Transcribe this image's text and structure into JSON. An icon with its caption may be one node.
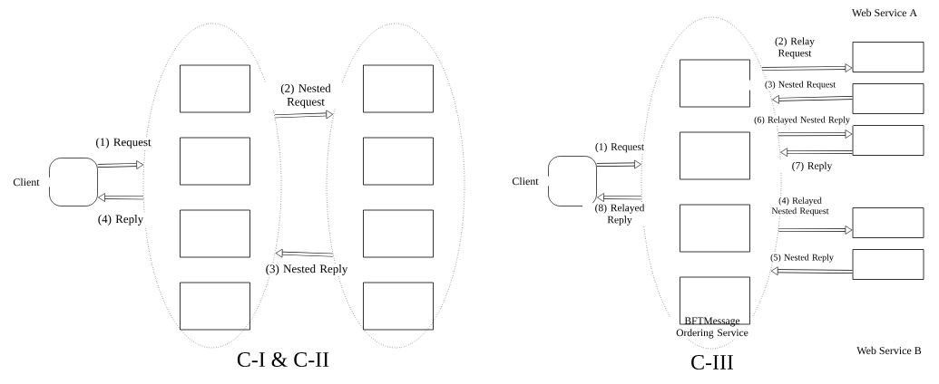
{
  "diagram": {
    "nodes": [
      {
        "text": [
          "Client"
        ]
      },
      {
        "text": [],
        "shape": "ellipse"
      },
      {
        "text": [],
        "shape": "box",
        "in": 1
      },
      {
        "text": [],
        "shape": "box",
        "in": 1
      },
      {
        "text": [],
        "shape": "box",
        "in": 1
      },
      {
        "text": [],
        "shape": "box",
        "in": 1
      },
      {
        "text": [],
        "shape": "ellipse"
      },
      {
        "text": [],
        "shape": "box",
        "in": 6
      },
      {
        "text": [],
        "shape": "box",
        "in": 6
      },
      {
        "text": [],
        "shape": "box",
        "in": 6
      },
      {
        "text": [],
        "shape": "box",
        "in": 6
      },
      {
        "text": [
          "Client"
        ]
      },
      {
        "text": [
          "BFTMessage Ordering Service"
        ]
      },
      {
        "text": [],
        "shape": "box",
        "in": 12
      },
      {
        "text": [],
        "shape": "box",
        "in": 12
      },
      {
        "text": [],
        "shape": "box",
        "in": 12
      },
      {
        "text": [],
        "shape": "box",
        "in": 12
      },
      {
        "text": [],
        "shape": "box"
      },
      {
        "text": [],
        "shape": "box"
      },
      {
        "text": [],
        "shape": "box"
      },
      {
        "text": [],
        "shape": "box"
      },
      {
        "text": [],
        "shape": "box"
      }
    ],
    "edges": [
      {
        "from": 0,
        "to": 1,
        "arrow": "to",
        "label": "(1) Request"
      },
      {
        "from": 1,
        "to": 0,
        "arrow": "to",
        "label": "(4) Reply"
      },
      {
        "from": 1,
        "to": 6,
        "arrow": "to",
        "label": "(2) Nested Request"
      },
      {
        "from": 6,
        "to": 1,
        "arrow": "to",
        "label": "(3) Nested Reply"
      },
      {
        "from": 11,
        "to": 12,
        "arrow": "to",
        "label": "(1) Request"
      },
      {
        "from": 12,
        "to": 11,
        "arrow": "to",
        "label": "(8) Relayed Reply"
      },
      {
        "from": 12,
        "to": 17,
        "arrow": "to",
        "label": "(2) Relay Request"
      },
      {
        "from": 18,
        "to": 12,
        "arrow": "to",
        "label": "(3) Nested Request"
      },
      {
        "from": 12,
        "to": 19,
        "arrow": "to",
        "label": "(6) Relayed Nested Reply"
      },
      {
        "from": 19,
        "to": 12,
        "arrow": "to",
        "label": "(7) Reply"
      },
      {
        "from": 12,
        "to": 20,
        "arrow": "to",
        "label": "(4) Relayed Nested Request"
      },
      {
        "from": 21,
        "to": 12,
        "arrow": "to",
        "label": "(5) Nested Reply"
      }
    ],
    "labels": [
      "Web Service A",
      "C-I & C-II",
      "Web Service B",
      "C-III"
    ]
  }
}
